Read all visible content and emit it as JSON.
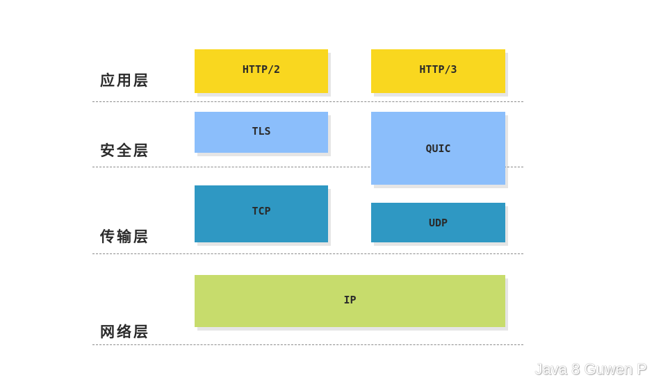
{
  "layers": [
    {
      "name": "应用层"
    },
    {
      "name": "安全层"
    },
    {
      "name": "传输层"
    },
    {
      "name": "网络层"
    }
  ],
  "protocols": {
    "http2": "HTTP/2",
    "http3": "HTTP/3",
    "tls": "TLS",
    "quic": "QUIC",
    "tcp": "TCP",
    "udp": "UDP",
    "ip": "IP"
  },
  "colors": {
    "application": "#f9d71f",
    "security": "#8bbefb",
    "transport": "#2f98c3",
    "network": "#c7dc6c"
  },
  "watermark": "Java 8 Guwen P"
}
